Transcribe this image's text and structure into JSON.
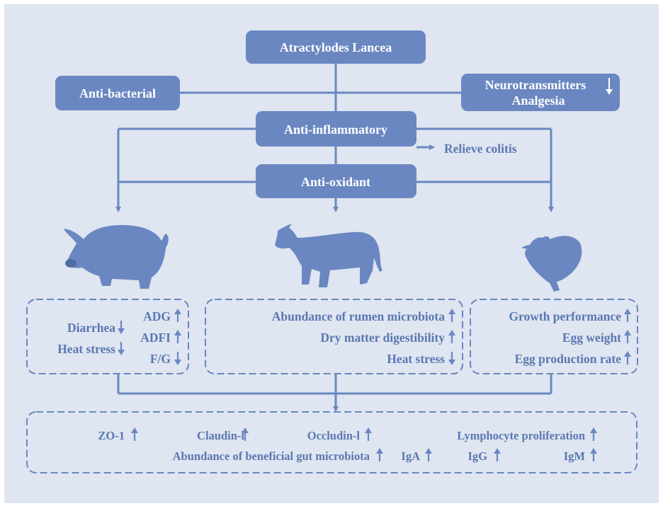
{
  "colors": {
    "background": "#dfe5f1",
    "accent": "#6a87c1",
    "text": "#5a78b0",
    "box_text": "#ffffff"
  },
  "nodes": {
    "root": "Atractylodes Lancea",
    "anti_bacterial": "Anti-bacterial",
    "neuro_line1": "Neurotransmitters",
    "neuro_line2": "Analgesia",
    "anti_inflammatory": "Anti-inflammatory",
    "relieve_colitis": "Relieve colitis",
    "anti_oxidant": "Anti-oxidant"
  },
  "animals": {
    "pig": "pig-silhouette",
    "cow": "cow-silhouette",
    "chicken": "chicken-silhouette"
  },
  "pig_effects": {
    "left": [
      {
        "label": "Diarrhea",
        "arrow": "down"
      },
      {
        "label": "Heat stress",
        "arrow": "down"
      }
    ],
    "right": [
      {
        "label": "ADG",
        "arrow": "up"
      },
      {
        "label": "ADFI",
        "arrow": "up"
      },
      {
        "label": "F/G",
        "arrow": "down"
      }
    ]
  },
  "cattle_effects": [
    {
      "label": "Abundance of rumen microbiota",
      "arrow": "up"
    },
    {
      "label": "Dry matter digestibility",
      "arrow": "up"
    },
    {
      "label": "Heat stress",
      "arrow": "down"
    }
  ],
  "poultry_effects": [
    {
      "label": "Growth performance",
      "arrow": "up"
    },
    {
      "label": "Egg weight",
      "arrow": "up"
    },
    {
      "label": "Egg production rate",
      "arrow": "up"
    }
  ],
  "gut_effects": {
    "row1": [
      {
        "label": "ZO-1",
        "arrow": "up"
      },
      {
        "label": "Claudin-l",
        "arrow": "up"
      },
      {
        "label": "Occludin-l",
        "arrow": "up"
      },
      {
        "label": "Lymphocyte proliferation",
        "arrow": "up"
      }
    ],
    "row2": [
      {
        "label": "Abundance of beneficial gut microbiota",
        "arrow": "up"
      },
      {
        "label": "IgA",
        "arrow": "up"
      },
      {
        "label": "IgG",
        "arrow": "up"
      },
      {
        "label": "IgM",
        "arrow": "up"
      }
    ]
  }
}
